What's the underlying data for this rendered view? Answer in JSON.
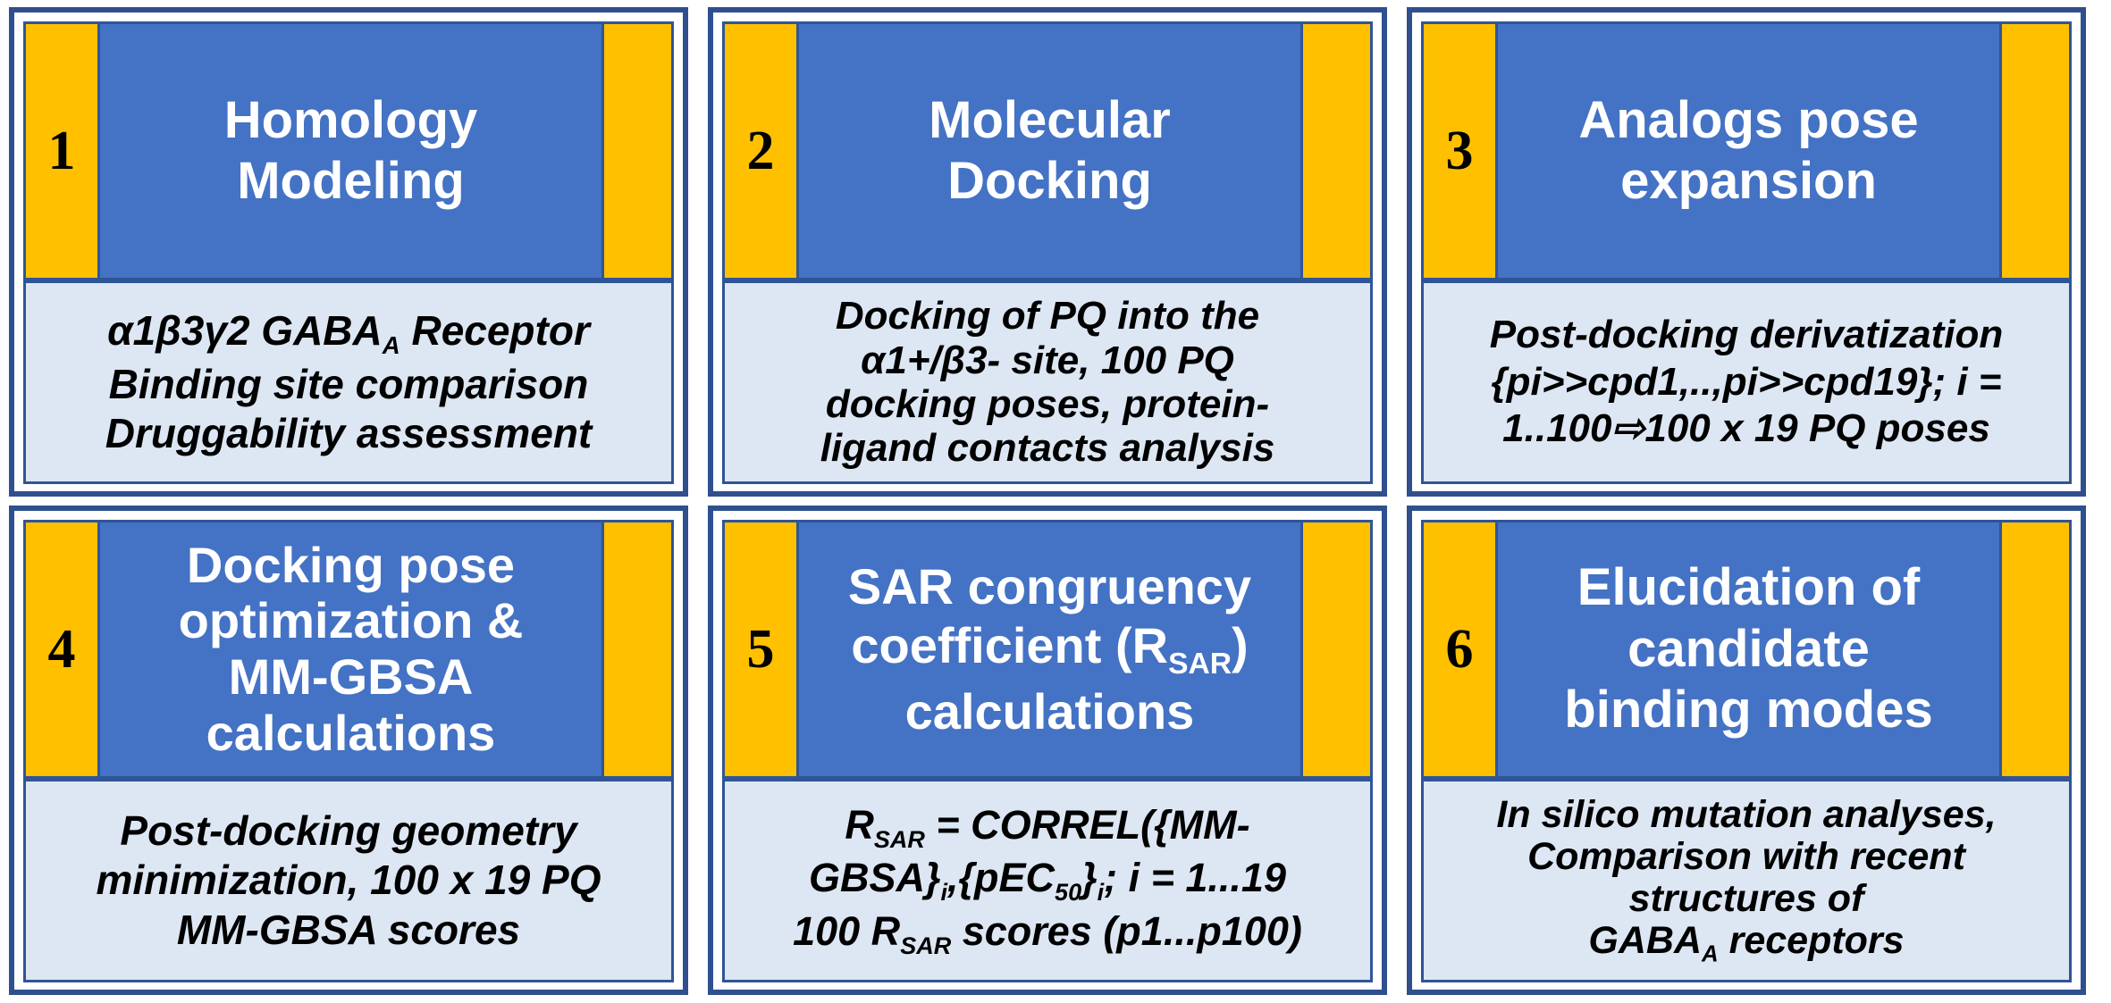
{
  "panels": [
    {
      "number": "1",
      "title_lines": [
        "Homology",
        "Modeling"
      ],
      "desc_lines": [
        "α1β3γ2 GABA",
        "Binding site comparison",
        "Druggability assessment"
      ],
      "desc_sub": "A",
      "desc_after_sub": " Receptor"
    },
    {
      "number": "2",
      "title_lines": [
        "Molecular",
        "Docking"
      ],
      "desc_lines": [
        "Docking of PQ into the",
        "α1+/β3- site, 100 PQ",
        "docking poses, protein-",
        "ligand contacts analysis"
      ]
    },
    {
      "number": "3",
      "title_lines": [
        "Analogs pose",
        "expansion"
      ],
      "desc_lines": [
        "Post-docking derivatization",
        "{pi>>cpd1,..,pi>>cpd19}; i =",
        "1..100⇨100 x 19 PQ poses"
      ]
    },
    {
      "number": "4",
      "title_lines": [
        "Docking pose",
        "optimization &",
        "MM-GBSA",
        "calculations"
      ],
      "desc_lines": [
        "Post-docking geometry",
        "minimization, 100 x 19 PQ",
        "MM-GBSA scores"
      ]
    },
    {
      "number": "5",
      "title_lines": [
        "SAR congruency",
        "coefficient (R",
        "calculations"
      ],
      "title_sub": "SAR",
      "title_after_sub": ")",
      "desc": {
        "r": "R",
        "sar": "SAR",
        "l1_rest": " = CORREL({MM-",
        "l2_a": "GBSA}",
        "i1": "i",
        "l2_b": ",{pEC",
        "ec_sub": "50",
        "l2_c": "}",
        "i2": "i",
        "l2_d": "; i = 1...19",
        "l3_a": "100 R",
        "l3_sub": "SAR",
        "l3_b": " scores (p1...p100)"
      }
    },
    {
      "number": "6",
      "title_lines": [
        "Elucidation of",
        "candidate",
        "binding modes"
      ],
      "desc_lines": [
        "In silico mutation analyses,",
        "Comparison with recent",
        "structures of",
        "GABA"
      ],
      "desc_sub": "A",
      "desc_after_sub": " receptors"
    }
  ]
}
